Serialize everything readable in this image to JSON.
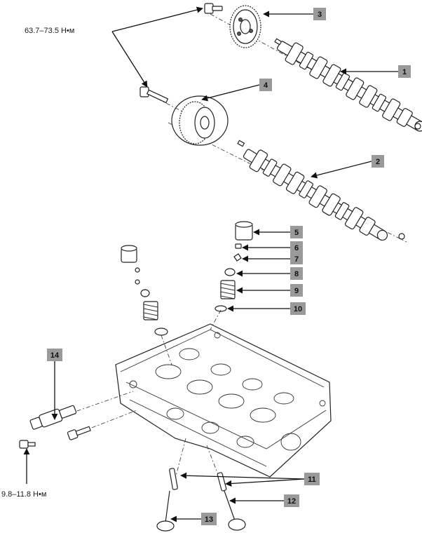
{
  "torque_labels": {
    "sprocket_bolts": "63.7–73.5 Н•м",
    "sensor_bolt": "9.8–11.8 Н•м"
  },
  "callouts": [
    "1",
    "2",
    "3",
    "4",
    "5",
    "6",
    "7",
    "8",
    "9",
    "10",
    "11",
    "12",
    "13",
    "14"
  ],
  "colors": {
    "callout_box": "#9a9a9a",
    "line": "#222222",
    "background": "#ffffff"
  }
}
